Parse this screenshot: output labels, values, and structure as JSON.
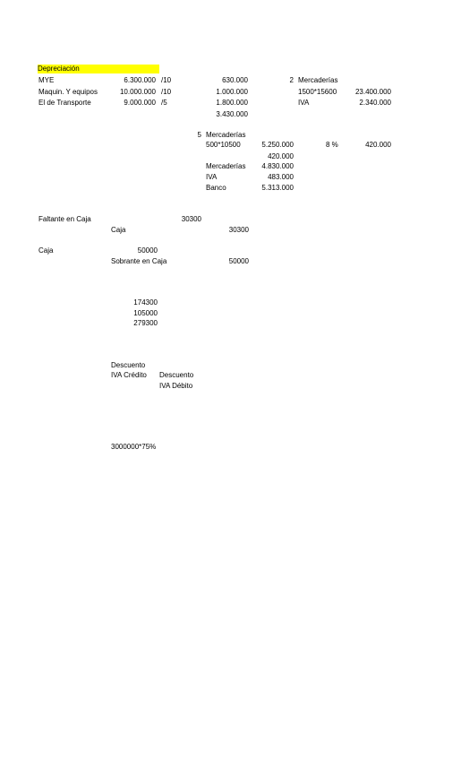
{
  "depreciacion": {
    "title": "Depreciación",
    "rows": [
      {
        "label": "MYE",
        "amount": "6.300.000",
        "divisor": "/10",
        "result": "630.000"
      },
      {
        "label": "Maquin. Y equipos",
        "amount": "10.000.000",
        "divisor": "/10",
        "result": "1.000.000"
      },
      {
        "label": "El de Transporte",
        "amount": "9.000.000",
        "divisor": "/5",
        "result": "1.800.000"
      }
    ],
    "total": "3.430.000"
  },
  "compra2": {
    "num": "2",
    "label": "Mercaderías",
    "calc": "1500*15600",
    "amount": "23.400.000",
    "iva_label": "IVA",
    "iva_amount": "2.340.000"
  },
  "compra5": {
    "num": "5",
    "label": "Mercaderías",
    "calc": "500*10500",
    "amount": "5.250.000",
    "pct": "8 %",
    "pct_amount": "420.000",
    "discount": "420.000",
    "merc_label": "Mercaderías",
    "merc_amount": "4.830.000",
    "iva_label": "IVA",
    "iva_amount": "483.000",
    "banco_label": "Banco",
    "banco_amount": "5.313.000"
  },
  "faltante": {
    "label": "Faltante en Caja",
    "amount": "30300",
    "caja_label": "Caja",
    "caja_amount": "30300"
  },
  "sobrante": {
    "label": "Caja",
    "amount": "50000",
    "sob_label": "Sobrante en Caja",
    "sob_amount": "50000"
  },
  "sum": [
    "174300",
    "105000",
    "279300"
  ],
  "descuento": {
    "d1": "Descuento",
    "iva_credito": "IVA Crédito",
    "d2": "Descuento",
    "iva_debito": "IVA Débito"
  },
  "formula": "3000000*75%"
}
